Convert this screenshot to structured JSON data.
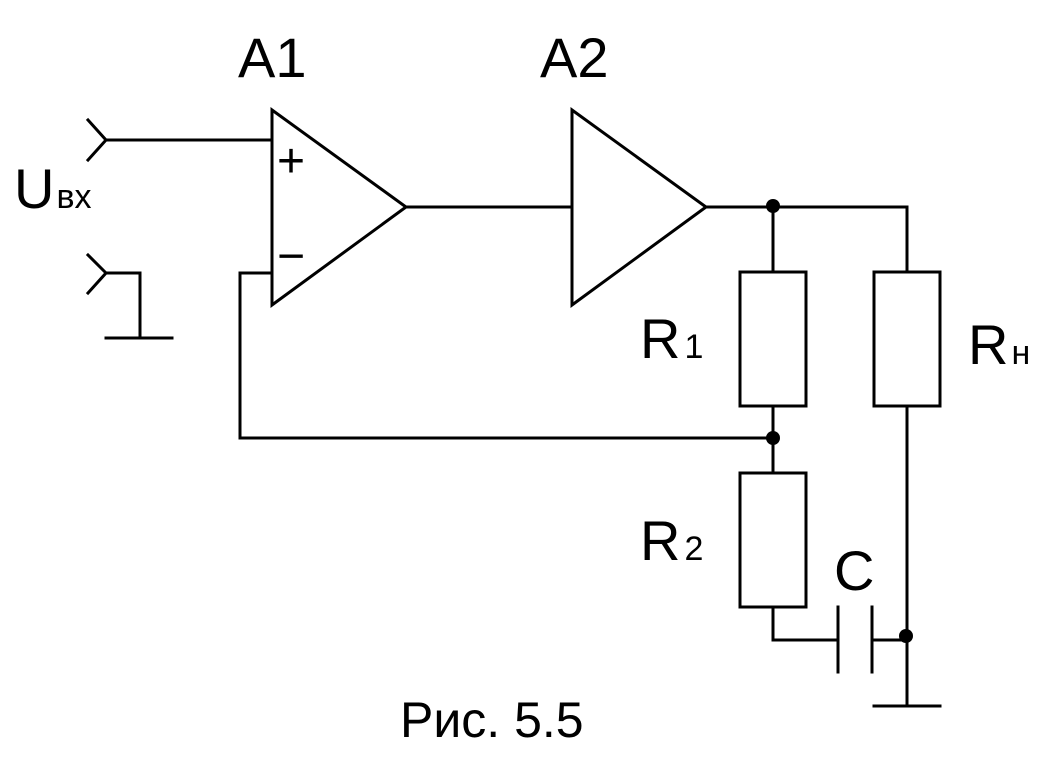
{
  "labels": {
    "a1": "A1",
    "a2": "A2",
    "plus": "+",
    "minus": "−",
    "uin_main": "U",
    "uin_sub": "вх",
    "r1_main": "R",
    "r1_sub": "1",
    "rn_main": "R",
    "rn_sub": "н",
    "r2_main": "R",
    "r2_sub": "2",
    "c": "C"
  },
  "caption": "Рис. 5.5"
}
